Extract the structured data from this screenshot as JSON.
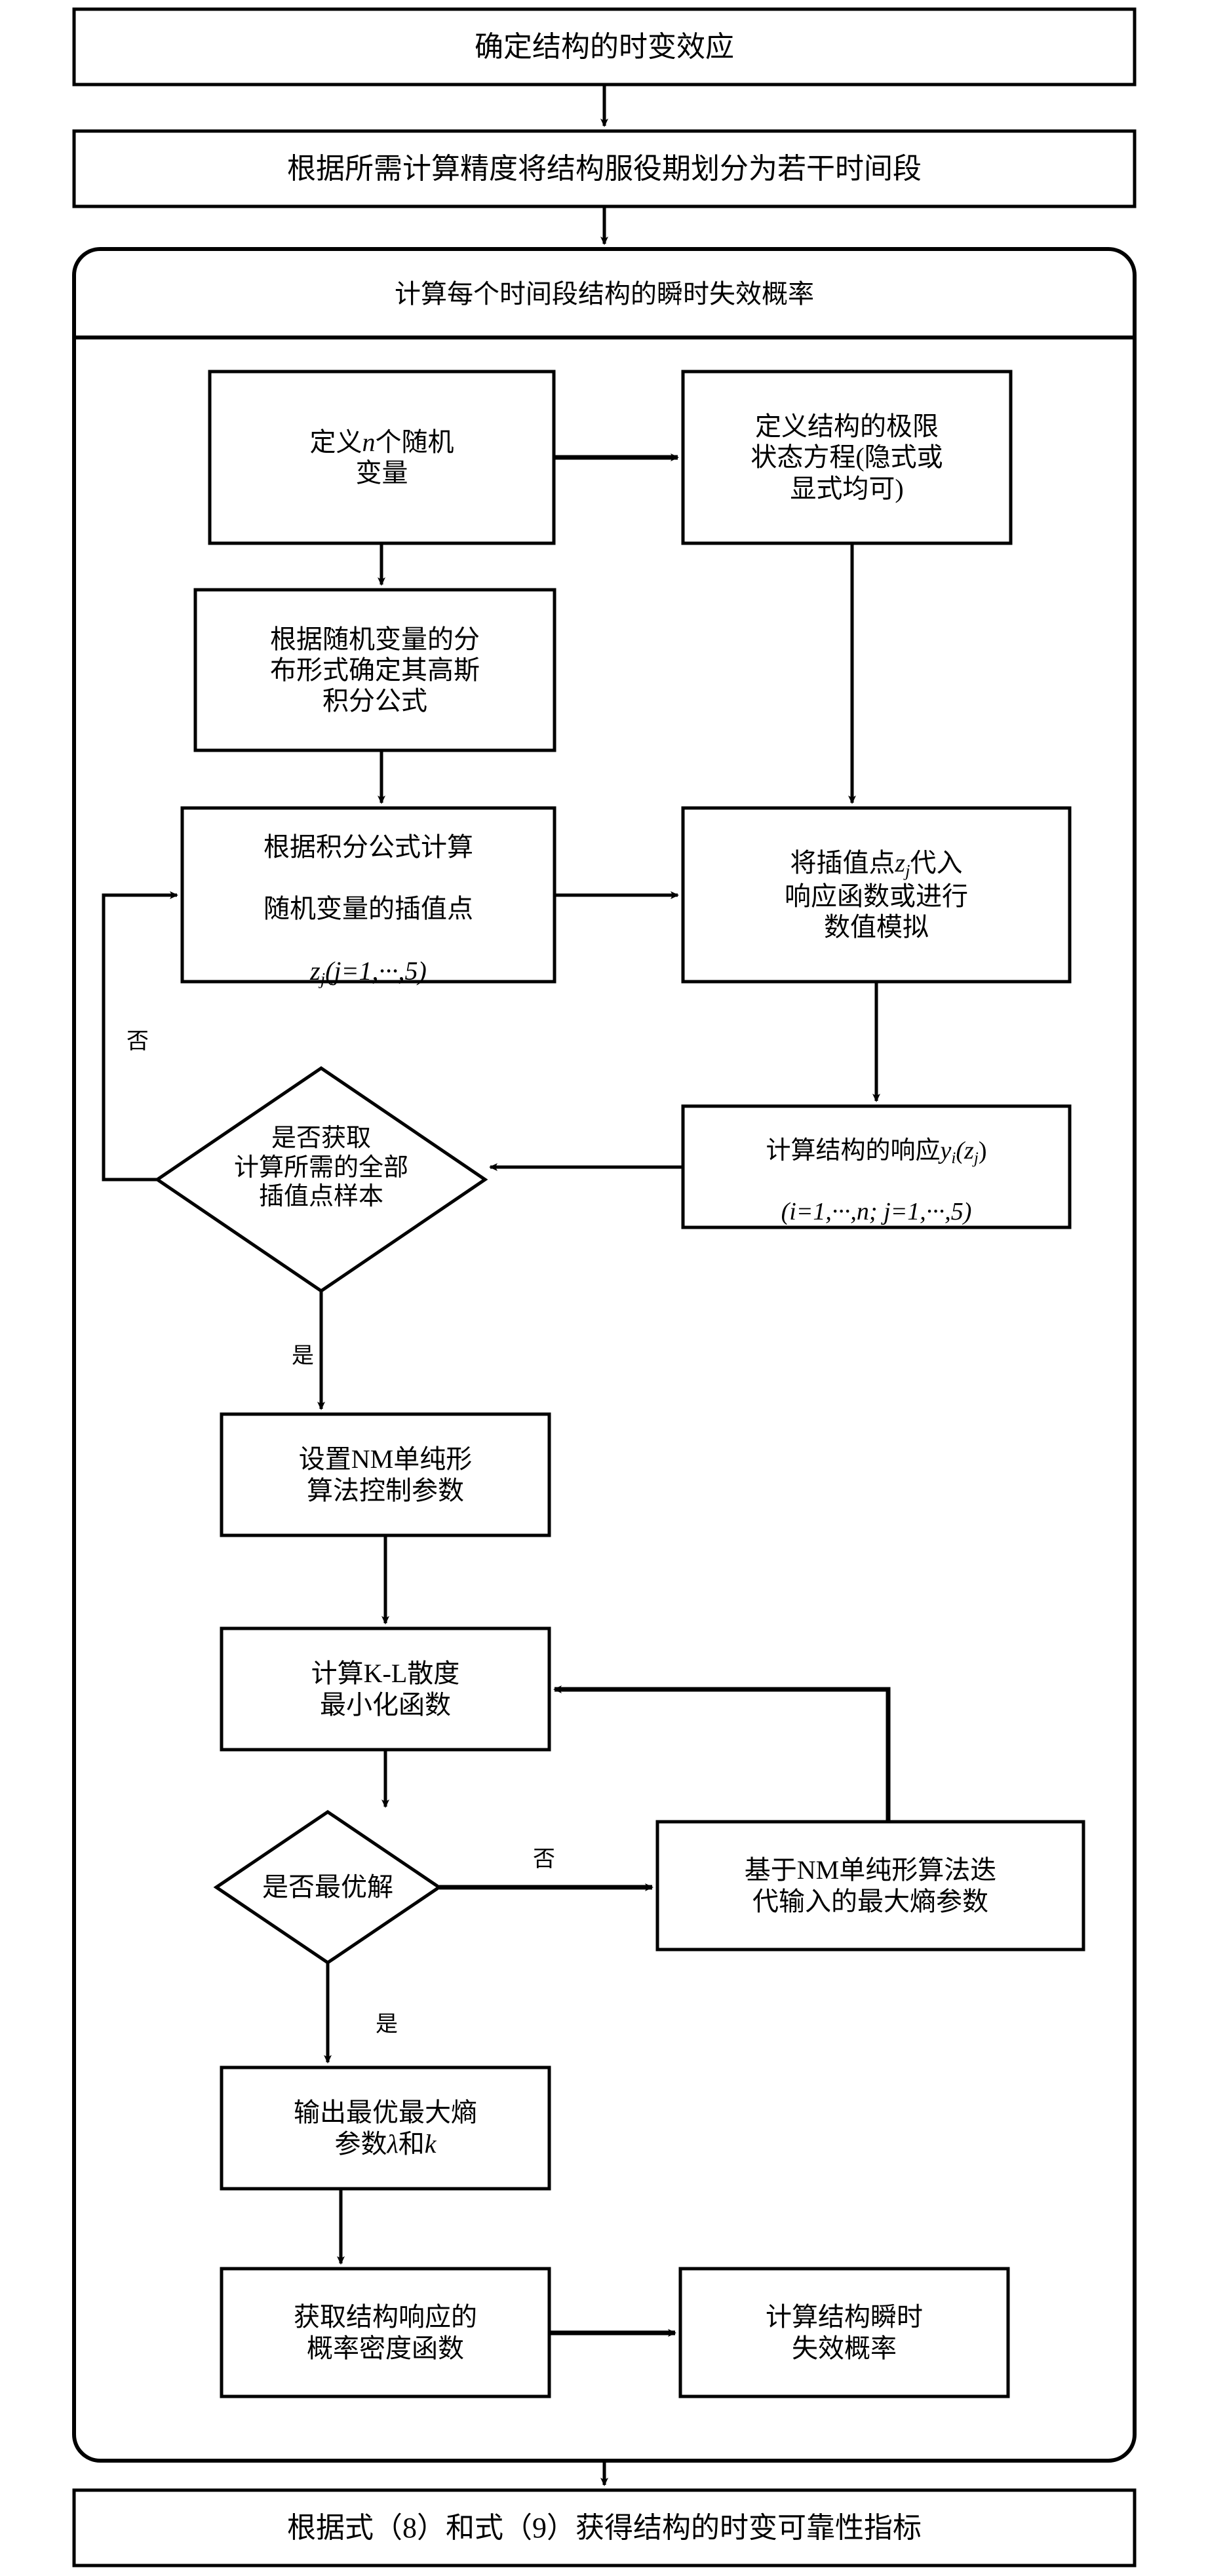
{
  "diagram": {
    "title_text": "确定结构的时变效应",
    "language": "zh-CN",
    "colors": {
      "stroke": "#000000",
      "fill": "#ffffff",
      "text": "#000000"
    },
    "nodes": {
      "start": {
        "label": "确定结构的时变效应",
        "shape": "rect"
      },
      "divide_period": {
        "label": "根据所需计算精度将结构服役期划分为若干时间段",
        "shape": "rect"
      },
      "container_header": {
        "label": "计算每个时间段结构的瞬时失效概率",
        "shape": "rounded-container-header"
      },
      "define_vars": {
        "label_pre": "定义",
        "label_var": "n",
        "label_post": "个随机\n变量",
        "shape": "rect"
      },
      "limit_state": {
        "label": "定义结构的极限\n状态方程(隐式或\n显式均可)",
        "shape": "rect"
      },
      "gauss_formula": {
        "label": "根据随机变量的分\n布形式确定其高斯\n积分公式",
        "shape": "rect"
      },
      "interp_points": {
        "label_line1": "根据积分公式计算",
        "label_line2": "随机变量的插值点",
        "label_formula_z": "z",
        "label_formula_zsub": "j",
        "label_formula_rest": "(j=1,···,5)",
        "shape": "rect"
      },
      "substitute": {
        "label_pre": "将插值点",
        "label_var": "z",
        "label_varsub": "j",
        "label_post": "代入\n响应函数或进行\n数值模拟",
        "shape": "rect"
      },
      "decision_samples": {
        "label": "是否获取\n计算所需的全部\n插值点样本",
        "shape": "diamond"
      },
      "structure_response": {
        "label_line1_pre": "计算结构的响应",
        "label_line1_y": "y",
        "label_line1_ysub": "i",
        "label_line1_z": "(z",
        "label_line1_zsub": "j",
        "label_line1_close": ")",
        "label_line2": "(i=1,···,n; j=1,···,5)",
        "shape": "rect"
      },
      "nm_params": {
        "label": "设置NM单纯形\n算法控制参数",
        "shape": "rect"
      },
      "kl_divergence": {
        "label": "计算K-L散度\n最小化函数",
        "shape": "rect"
      },
      "decision_optimal": {
        "label": "是否最优解",
        "shape": "diamond"
      },
      "nm_iterate": {
        "label": "基于NM单纯形算法迭\n代输入的最大熵参数",
        "shape": "rect"
      },
      "output_params": {
        "label_pre": "输出最优最大熵\n参数",
        "label_lambda": "λ",
        "label_and": "和",
        "label_k": "k",
        "shape": "rect"
      },
      "pdf_response": {
        "label": "获取结构响应的\n概率密度函数",
        "shape": "rect"
      },
      "instant_failure": {
        "label": "计算结构瞬时\n失效概率",
        "shape": "rect"
      },
      "final_index": {
        "label": "根据式（8）和式（9）获得结构的时变可靠性指标",
        "shape": "rect"
      }
    },
    "edge_labels": {
      "samples_no": "否",
      "samples_yes": "是",
      "optimal_no": "否",
      "optimal_yes": "是"
    },
    "edges": [
      {
        "from": "start",
        "to": "divide_period",
        "label": ""
      },
      {
        "from": "divide_period",
        "to": "container_header",
        "label": ""
      },
      {
        "from": "define_vars",
        "to": "limit_state",
        "label": ""
      },
      {
        "from": "define_vars",
        "to": "gauss_formula",
        "label": ""
      },
      {
        "from": "gauss_formula",
        "to": "interp_points",
        "label": ""
      },
      {
        "from": "interp_points",
        "to": "substitute",
        "label": ""
      },
      {
        "from": "limit_state",
        "to": "substitute",
        "label": ""
      },
      {
        "from": "substitute",
        "to": "structure_response",
        "label": ""
      },
      {
        "from": "structure_response",
        "to": "decision_samples",
        "label": ""
      },
      {
        "from": "decision_samples",
        "to": "interp_points",
        "label": "否"
      },
      {
        "from": "decision_samples",
        "to": "nm_params",
        "label": "是"
      },
      {
        "from": "nm_params",
        "to": "kl_divergence",
        "label": ""
      },
      {
        "from": "kl_divergence",
        "to": "decision_optimal",
        "label": ""
      },
      {
        "from": "decision_optimal",
        "to": "nm_iterate",
        "label": "否"
      },
      {
        "from": "nm_iterate",
        "to": "kl_divergence",
        "label": ""
      },
      {
        "from": "decision_optimal",
        "to": "output_params",
        "label": "是"
      },
      {
        "from": "output_params",
        "to": "pdf_response",
        "label": ""
      },
      {
        "from": "pdf_response",
        "to": "instant_failure",
        "label": ""
      },
      {
        "from": "container",
        "to": "final_index",
        "label": ""
      }
    ]
  }
}
